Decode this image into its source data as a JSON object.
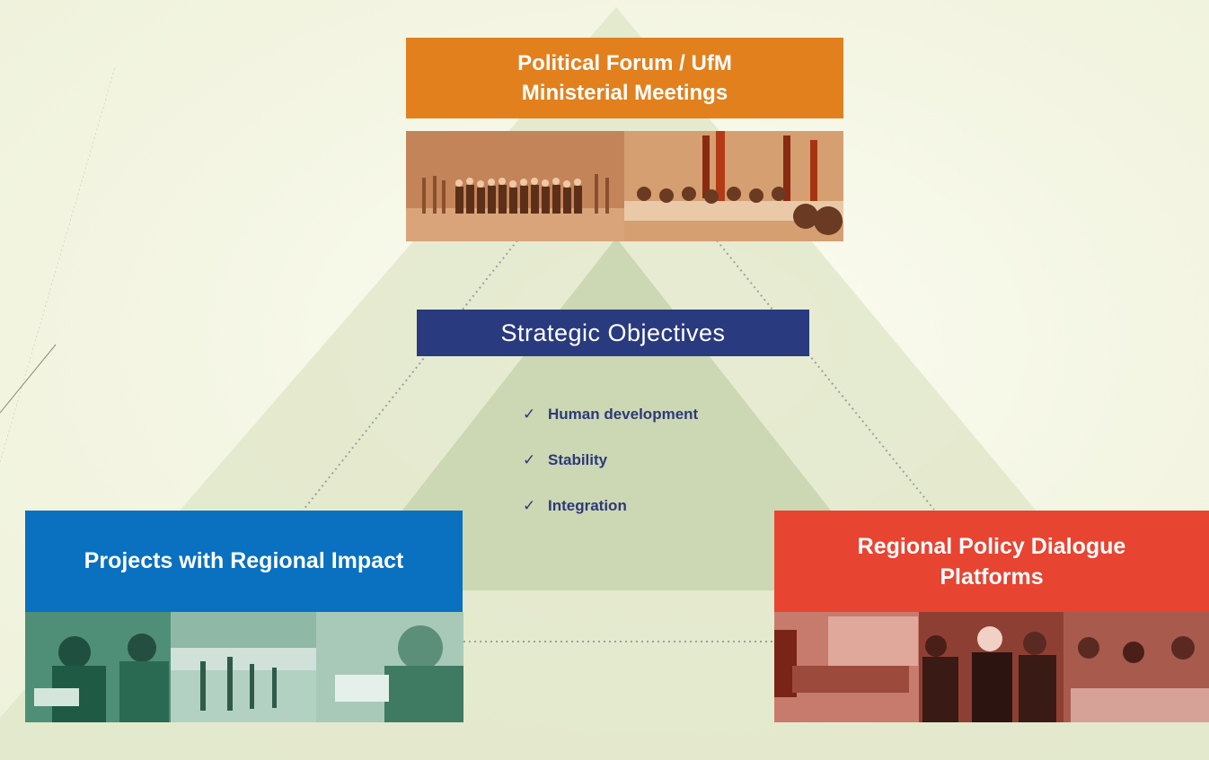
{
  "top_box": {
    "line1": "Political Forum / UfM",
    "line2": "Ministerial Meetings",
    "color": "#e2801d"
  },
  "center": {
    "title": "Strategic Objectives",
    "color": "#293a7e",
    "objectives": [
      "Human development",
      "Stability",
      "Integration"
    ],
    "check_icon": "check-icon"
  },
  "left_box": {
    "label": "Projects with Regional Impact",
    "color": "#0a70c0"
  },
  "right_box": {
    "line1": "Regional Policy Dialogue",
    "line2": "Platforms",
    "color": "#e84432"
  },
  "colors": {
    "outer_triangle": "#dfe6c7",
    "inner_triangle": "#ccd7b4",
    "background": "#f4f6e4",
    "photo_top_tint": "#c98a55",
    "photo_left_tint": "#2f8a6d",
    "photo_right_tint": "#b8665a"
  }
}
